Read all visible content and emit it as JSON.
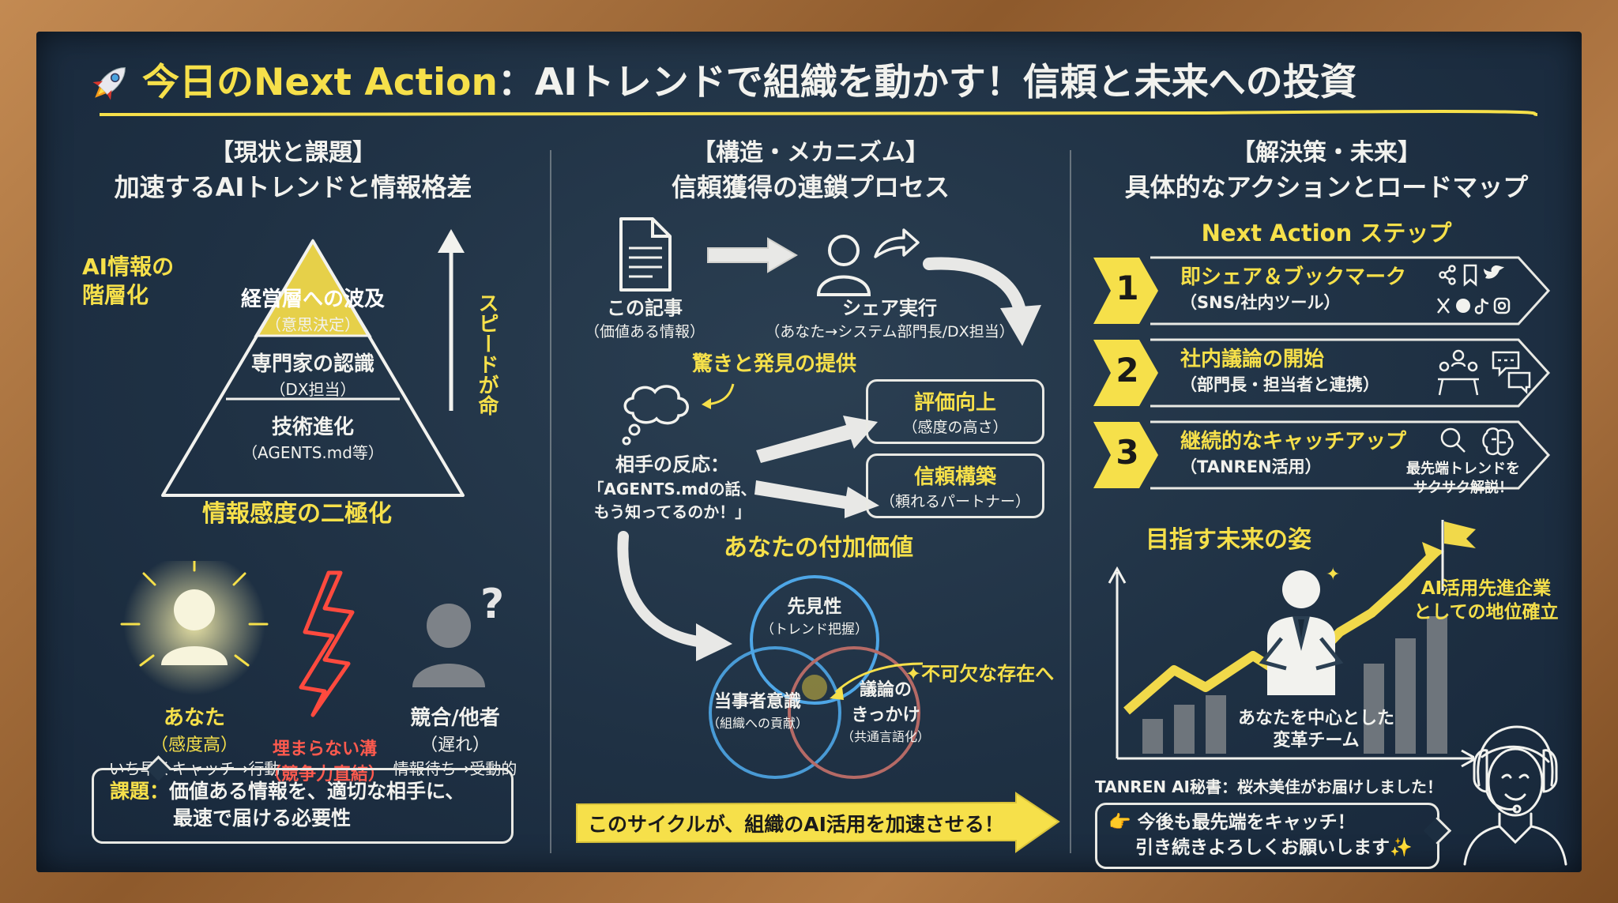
{
  "title": {
    "icon": "rocket-icon",
    "highlight": "今日のNext Action",
    "colon": "：",
    "rest": "AIトレンドで組織を動かす！信頼と未来への投資"
  },
  "left": {
    "heading1": "【現状と課題】",
    "heading2": "加速するAIトレンドと情報格差",
    "pyramid_label": [
      "AI情報の",
      "階層化"
    ],
    "pyramid": [
      {
        "title": "経営層への波及",
        "sub": "（意思決定）"
      },
      {
        "title": "専門家の認識",
        "sub": "（DX担当）"
      },
      {
        "title": "技術進化",
        "sub": "（AGENTS.md等）"
      }
    ],
    "speed_label": "スピードが命",
    "polar_title": "情報感度の二極化",
    "you": {
      "name": "あなた",
      "sub": "（感度高）",
      "desc": "いち早くキャッチ→行動"
    },
    "gap": {
      "title": "埋まらない溝",
      "sub": "（競争力直結）"
    },
    "others": {
      "name": "競合/他者",
      "sub": "（遅れ）",
      "desc": "情報待ち→受動的"
    },
    "issue": {
      "label": "課題：",
      "line1": "価値ある情報を、適切な相手に、",
      "line2": "最速で届ける必要性"
    }
  },
  "middle": {
    "heading1": "【構造・メカニズム】",
    "heading2": "信頼獲得の連鎖プロセス",
    "article": {
      "title": "この記事",
      "sub": "（価値ある情報）"
    },
    "share": {
      "title": "シェア実行",
      "sub": "（あなた→システム部門長/DX担当）"
    },
    "surprise": "驚きと発見の提供",
    "reaction": {
      "title": "相手の反応：",
      "line1": "「AGENTS.mdの話、",
      "line2": "もう知ってるのか！」"
    },
    "eval": {
      "title": "評価向上",
      "sub": "（感度の高さ）"
    },
    "trust": {
      "title": "信頼構築",
      "sub": "（頼れるパートナー）"
    },
    "value_title": "あなたの付加価値",
    "venn": {
      "top": {
        "title": "先見性",
        "sub": "（トレンド把握）"
      },
      "left": {
        "title": "当事者意識",
        "sub": "（組織への貢献）"
      },
      "right": {
        "title": "議論の",
        "title2": "きっかけ",
        "sub": "（共通言語化）"
      },
      "center": "不可欠な存在へ"
    },
    "cycle": "このサイクルが、組織のAI活用を加速させる！"
  },
  "right": {
    "heading1": "【解決策・未来】",
    "heading2": "具体的なアクションとロードマップ",
    "steps_title": "Next Action ステップ",
    "steps": [
      {
        "num": "1",
        "title": "即シェア＆ブックマーク",
        "sub": "（SNS/社内ツール）"
      },
      {
        "num": "2",
        "title": "社内議論の開始",
        "sub": "（部門長・担当者と連携）"
      },
      {
        "num": "3",
        "title": "継続的なキャッチアップ",
        "sub": "（TANREN活用）"
      }
    ],
    "step3_note": [
      "最先端トレンドを",
      "サクサク解説！"
    ],
    "future_title": "目指す未来の姿",
    "goal": [
      "AI活用先進企業",
      "としての地位確立"
    ],
    "team": [
      "あなたを中心とした",
      "変革チーム"
    ],
    "credit": "TANREN AI秘書：桜木美佳がお届けしました！",
    "closing": {
      "line1": "今後も最先端をキャッチ！",
      "line2": "引き続きよろしくお願いします",
      "icon": "pointing-hand-icon"
    }
  },
  "colors": {
    "board": "#1f3144",
    "chalk": "#f2f2ee",
    "accent": "#f6e04a",
    "alert": "#ff5a4e",
    "venn_blue": "#4ea6e6",
    "venn_yellow": "#e8c93a",
    "venn_red": "#b56a66"
  }
}
